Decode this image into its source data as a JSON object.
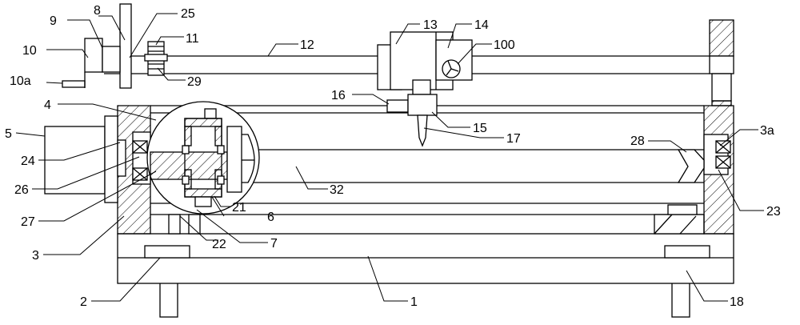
{
  "figure": {
    "labels": {
      "l1": "1",
      "l2": "2",
      "l3": "3",
      "l3a": "3a",
      "l4": "4",
      "l5": "5",
      "l6": "6",
      "l7": "7",
      "l8": "8",
      "l9": "9",
      "l10": "10",
      "l10a": "10a",
      "l11": "11",
      "l12": "12",
      "l13": "13",
      "l14": "14",
      "l15": "15",
      "l16": "16",
      "l17": "17",
      "l18": "18",
      "l21": "21",
      "l22": "22",
      "l23": "23",
      "l24": "24",
      "l25": "25",
      "l26": "26",
      "l27": "27",
      "l28": "28",
      "l29": "29",
      "l32": "32",
      "l100": "100"
    },
    "colors": {
      "stroke": "#000000",
      "background": "#ffffff"
    }
  }
}
